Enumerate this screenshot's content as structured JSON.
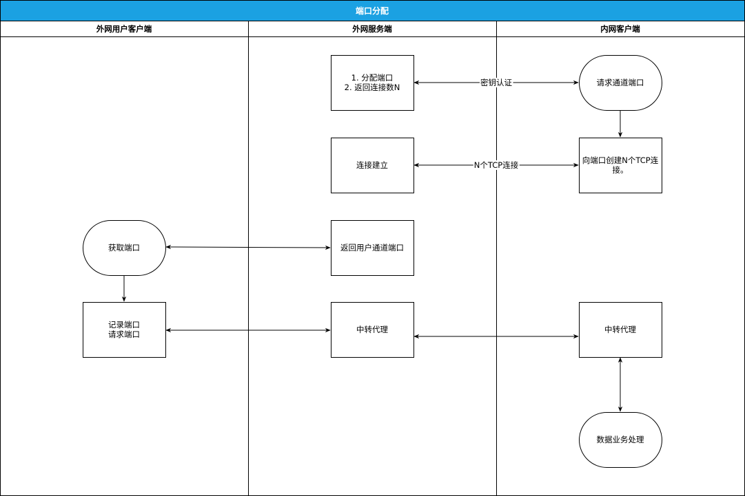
{
  "title": "端口分配",
  "colors": {
    "title_bg": "#1ba1e2",
    "title_text": "#ffffff",
    "stroke": "#000000",
    "fill": "#ffffff"
  },
  "lanes": [
    {
      "id": "lane-external-client",
      "label": "外网用户客户端"
    },
    {
      "id": "lane-external-server",
      "label": "外网服务端"
    },
    {
      "id": "lane-internal-client",
      "label": "内网客户端"
    }
  ],
  "nodes": [
    {
      "id": "alloc",
      "shape": "rect",
      "lines": [
        "1. 分配端口",
        "2. 返回连接数N"
      ]
    },
    {
      "id": "req-tunnel",
      "shape": "terminator",
      "lines": [
        "请求通道端口"
      ]
    },
    {
      "id": "conn-est",
      "shape": "rect",
      "lines": [
        "连接建立"
      ]
    },
    {
      "id": "create-tcp",
      "shape": "rect",
      "lines": [
        "向端口创建N个TCP连",
        "接。"
      ]
    },
    {
      "id": "get-port",
      "shape": "terminator",
      "lines": [
        "获取端口"
      ]
    },
    {
      "id": "return-user-port",
      "shape": "rect",
      "lines": [
        "返回用户通道端口"
      ]
    },
    {
      "id": "record-port",
      "shape": "rect",
      "lines": [
        "记录端口",
        "请求端口"
      ]
    },
    {
      "id": "relay-server",
      "shape": "rect",
      "lines": [
        "中转代理"
      ]
    },
    {
      "id": "relay-internal",
      "shape": "rect",
      "lines": [
        "中转代理"
      ]
    },
    {
      "id": "data-process",
      "shape": "terminator",
      "lines": [
        "数据业务处理"
      ]
    }
  ],
  "edges": [
    {
      "id": "e-alloc-req",
      "from": "alloc",
      "to": "req-tunnel",
      "label": "密钥认证",
      "bidirectional": true
    },
    {
      "id": "e-req-create",
      "from": "req-tunnel",
      "to": "create-tcp",
      "label": "",
      "bidirectional": false
    },
    {
      "id": "e-conn-create",
      "from": "conn-est",
      "to": "create-tcp",
      "label": "N个TCP连接",
      "bidirectional": true
    },
    {
      "id": "e-get-return",
      "from": "get-port",
      "to": "return-user-port",
      "label": "",
      "bidirectional": true
    },
    {
      "id": "e-get-record",
      "from": "get-port",
      "to": "record-port",
      "label": "",
      "bidirectional": false
    },
    {
      "id": "e-record-relay",
      "from": "record-port",
      "to": "relay-server",
      "label": "",
      "bidirectional": true
    },
    {
      "id": "e-relay-relay",
      "from": "relay-server",
      "to": "relay-internal",
      "label": "",
      "bidirectional": true
    },
    {
      "id": "e-relay-data",
      "from": "relay-internal",
      "to": "data-process",
      "label": "",
      "bidirectional": true
    }
  ]
}
